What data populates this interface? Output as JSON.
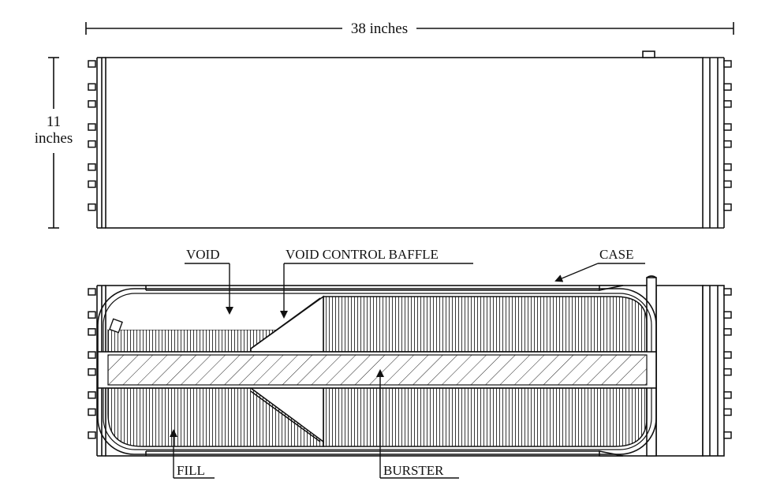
{
  "dimensions": {
    "length": "38 inches",
    "height_value": "11",
    "height_unit": "inches"
  },
  "labels": {
    "void": "VOID",
    "baffle": "VOID CONTROL BAFFLE",
    "case": "CASE",
    "fill": "FILL",
    "burster": "BURSTER"
  }
}
